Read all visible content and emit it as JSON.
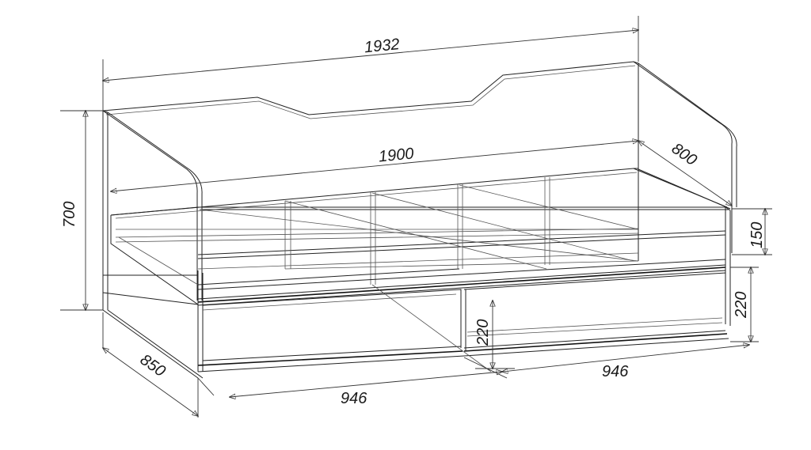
{
  "dimensions": {
    "overall_length": "1932",
    "inner_length": "1900",
    "inner_depth": "800",
    "overall_height": "700",
    "overall_depth": "850",
    "mattress_frame_height": "150",
    "drawer_height_front": "220",
    "drawer_height_side": "220",
    "drawer_width_left": "946",
    "drawer_width_right": "946"
  }
}
